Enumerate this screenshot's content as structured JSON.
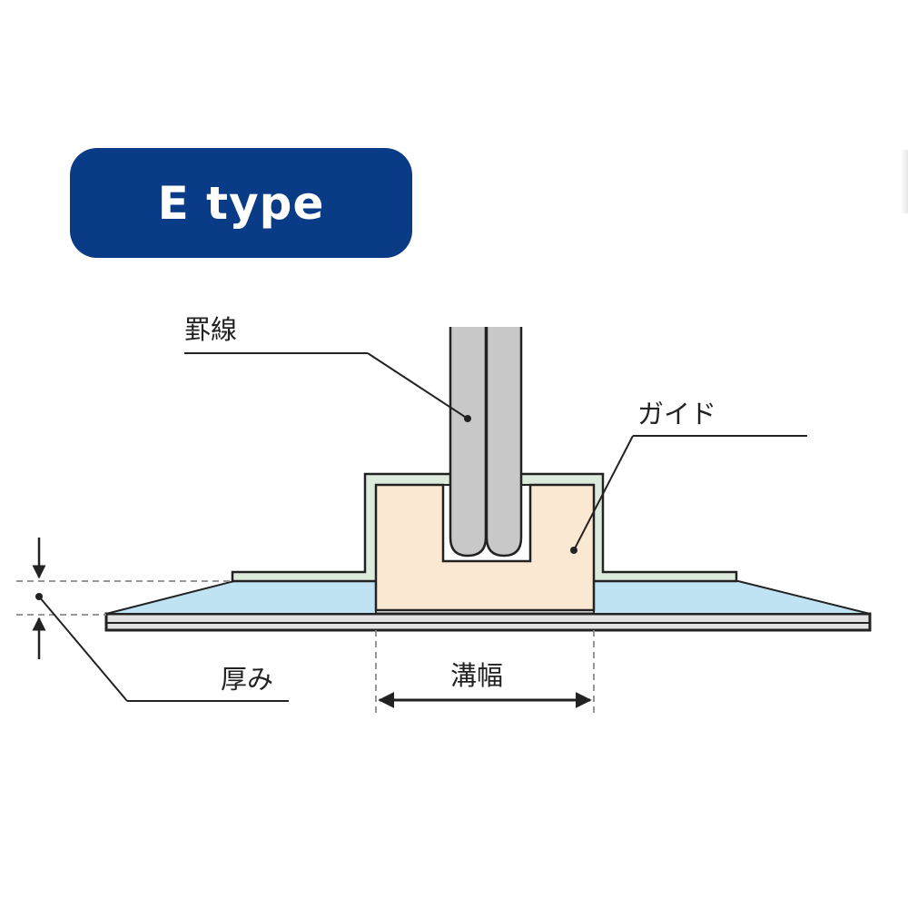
{
  "title_badge": {
    "text": "E type",
    "color": "#0a3b87"
  },
  "labels": {
    "rule": "罫線",
    "guide": "ガイド",
    "thickness": "厚み",
    "groove_width": "溝幅"
  },
  "colors": {
    "rule_gray": "#c8c8c8",
    "guide_fill": "#fbe8d2",
    "channel_green": "#dcebdb",
    "sheet_blue": "#bfe3f3",
    "base_gray": "#e2e2e2",
    "outline": "#222222",
    "dashes": "#8a8a8a"
  }
}
